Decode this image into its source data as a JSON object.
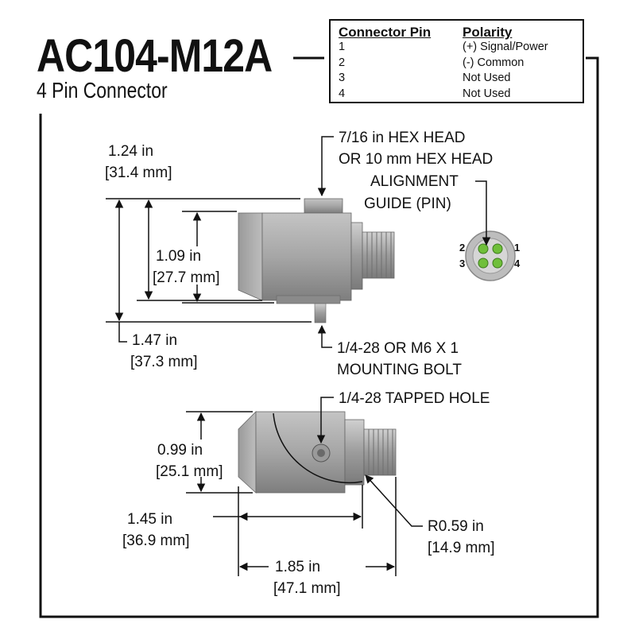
{
  "header": {
    "model": "AC104-M12A",
    "subtitle": "4 Pin Connector"
  },
  "pin_table": {
    "col_pin": "Connector Pin",
    "col_polarity": "Polarity",
    "rows": [
      {
        "pin": "1",
        "polarity": "(+) Signal/Power"
      },
      {
        "pin": "2",
        "polarity": "(-) Common"
      },
      {
        "pin": "3",
        "polarity": "Not Used"
      },
      {
        "pin": "4",
        "polarity": "Not Used"
      }
    ]
  },
  "callouts": {
    "hex_head_1": "7/16 in HEX HEAD",
    "hex_head_2": "OR 10 mm HEX HEAD",
    "alignment_1": "ALIGNMENT",
    "alignment_2": "GUIDE (PIN)",
    "bolt_1": "1/4-28 OR M6 X 1",
    "bolt_2": "MOUNTING BOLT",
    "tapped_hole": "1/4-28 TAPPED HOLE"
  },
  "dimensions": {
    "d124_in": "1.24 in",
    "d124_mm": "[31.4 mm]",
    "d109_in": "1.09 in",
    "d109_mm": "[27.7 mm]",
    "d147_in": "1.47 in",
    "d147_mm": "[37.3 mm]",
    "d099_in": "0.99 in",
    "d099_mm": "[25.1 mm]",
    "d145_in": "1.45 in",
    "d145_mm": "[36.9 mm]",
    "d185_in": "1.85 in",
    "d185_mm": "[47.1 mm]",
    "r059_in": "R0.59 in",
    "r059_mm": "[14.9 mm]"
  },
  "pins": {
    "p1": "1",
    "p2": "2",
    "p3": "3",
    "p4": "4"
  },
  "colors": {
    "pin_green": "#6fbf3a",
    "body_gray": "#a9a9a9"
  }
}
